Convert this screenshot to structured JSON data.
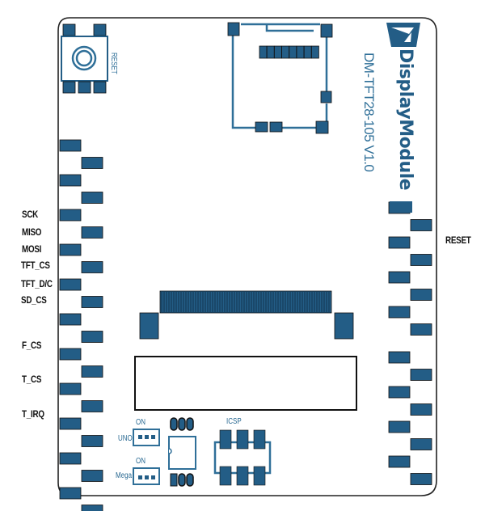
{
  "board": {
    "model": "DM-TFT28-105 V1.0",
    "brand": "DisplayModule",
    "colors": {
      "pad": "#235d86",
      "outline": "#222222",
      "trace": "#2f6f98"
    }
  },
  "reset_button": {
    "label": "RESET"
  },
  "left_header": {
    "pin_labels": [
      "SCK",
      "MISO",
      "MOSI",
      "TFT_CS",
      "TFT_D/C",
      "SD_CS",
      "F_CS",
      "T_CS",
      "T_IRQ"
    ]
  },
  "right_header": {
    "pin_labels": [
      "RESET"
    ]
  },
  "jumpers": [
    {
      "name": "UNO",
      "state": "ON"
    },
    {
      "name": "Mega",
      "state": "ON"
    }
  ],
  "icsp": {
    "label": "ICSP"
  }
}
